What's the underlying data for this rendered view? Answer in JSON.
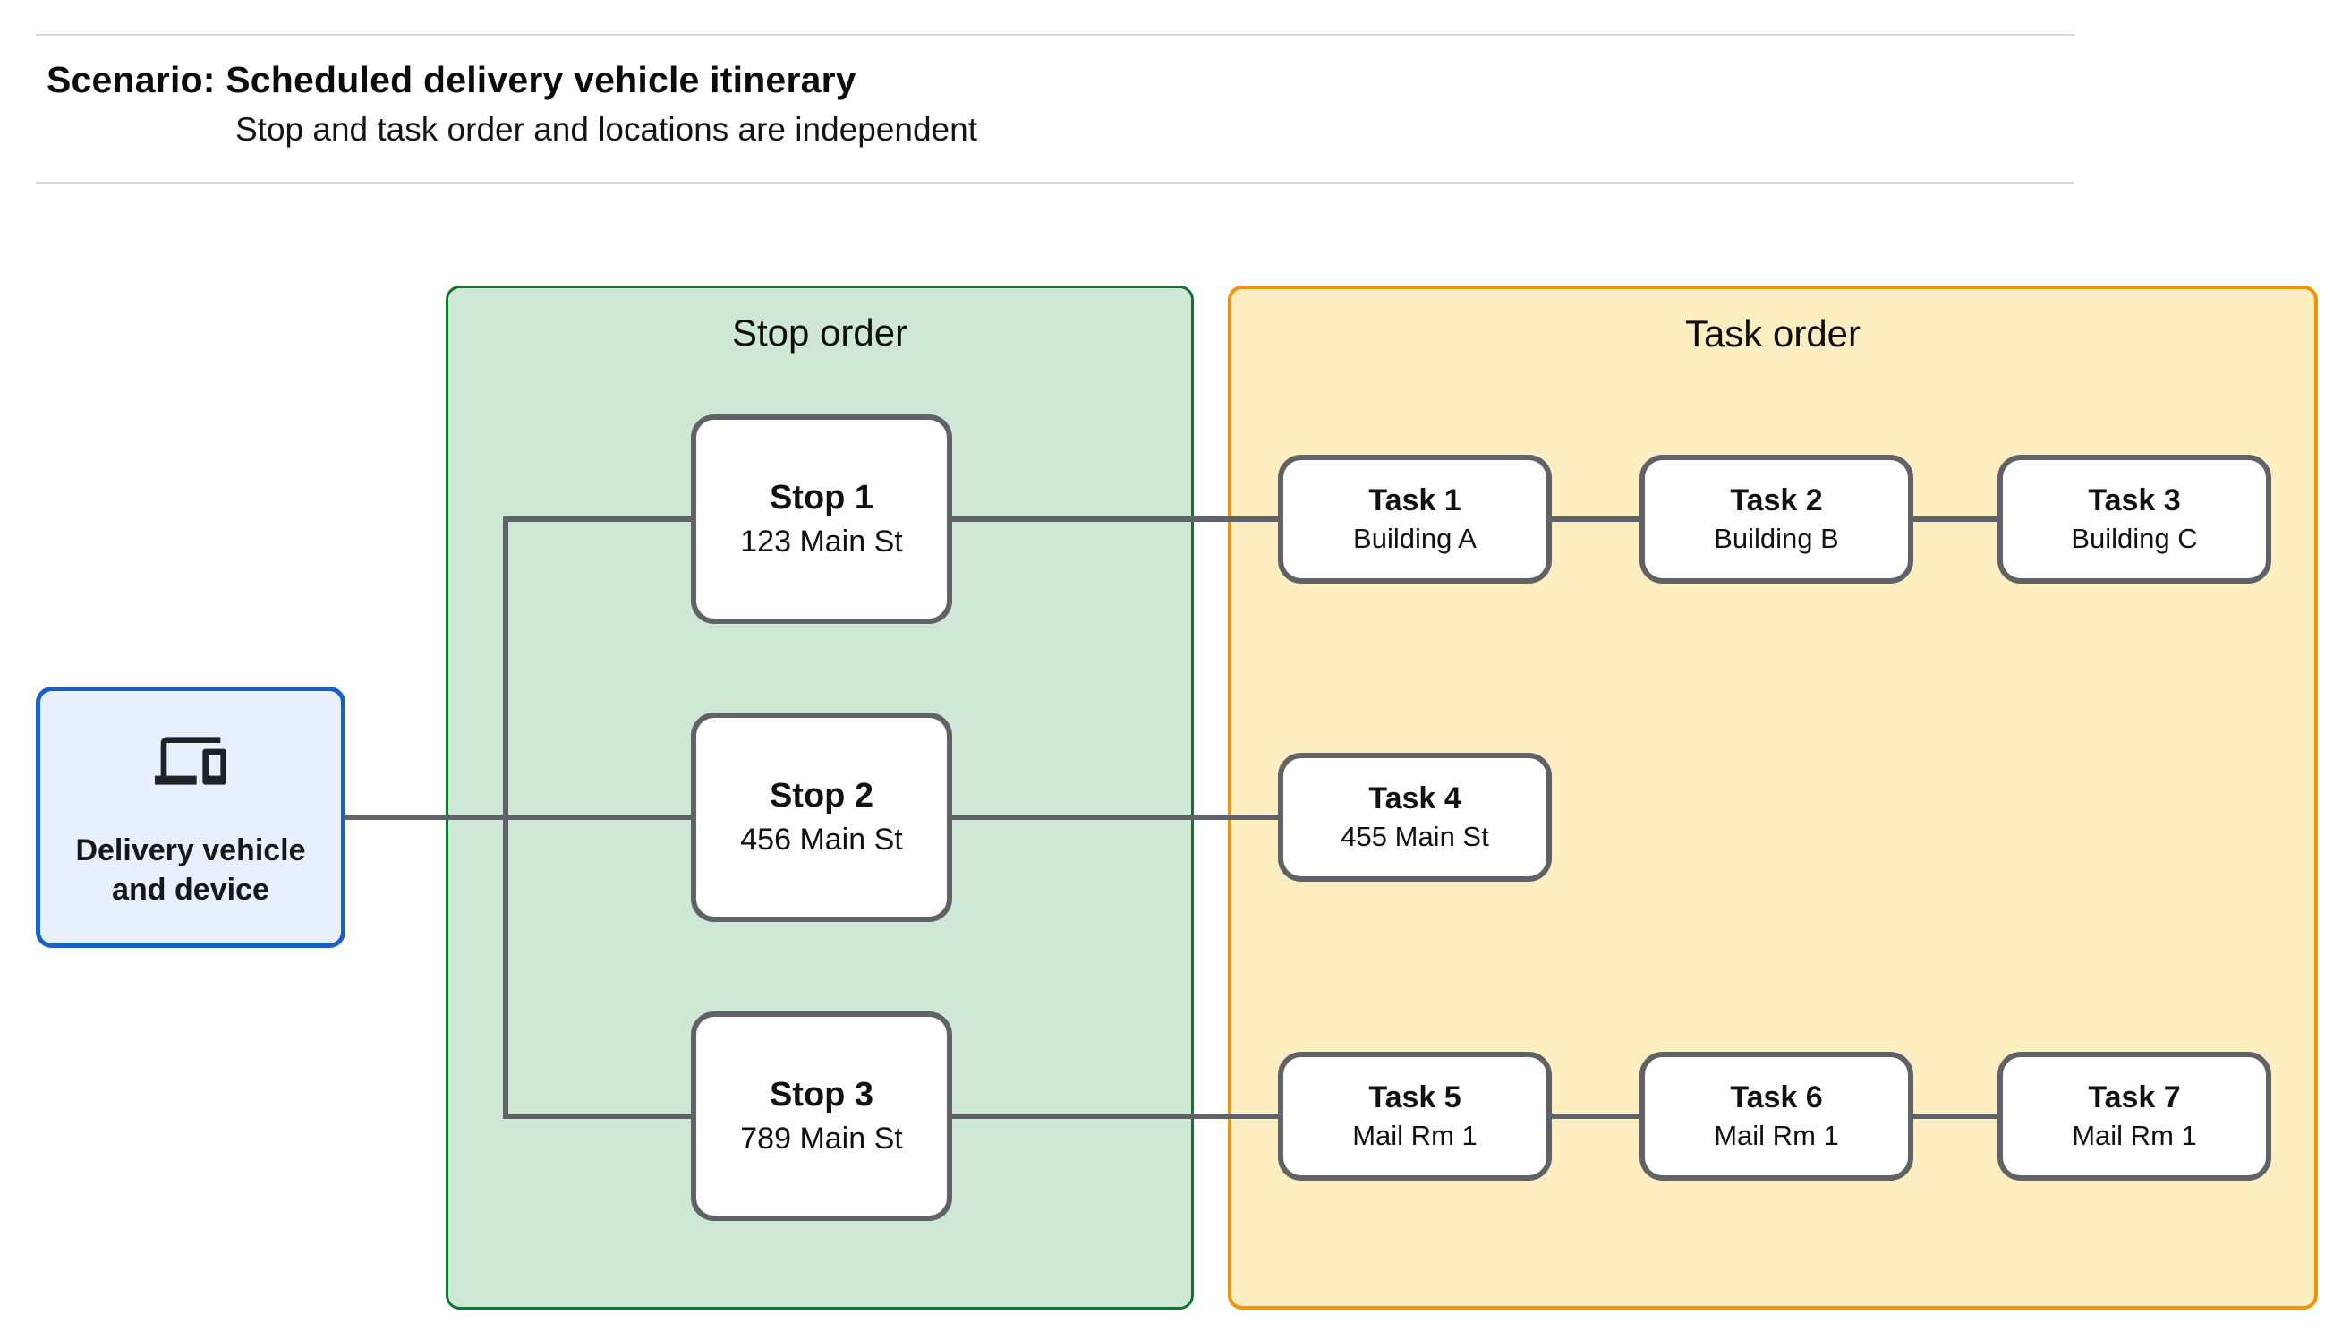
{
  "header": {
    "title": "Scenario: Scheduled delivery vehicle itinerary",
    "subtitle": "Stop and task order and locations are independent"
  },
  "vehicle": {
    "icon": "devices-icon",
    "label_lines": [
      "Delivery vehicle",
      "and device"
    ]
  },
  "panels": {
    "stop": {
      "title": "Stop order"
    },
    "task": {
      "title": "Task order"
    }
  },
  "stops": [
    {
      "title": "Stop 1",
      "subtitle": "123 Main St"
    },
    {
      "title": "Stop 2",
      "subtitle": "456 Main St"
    },
    {
      "title": "Stop 3",
      "subtitle": "789 Main St"
    }
  ],
  "tasks": [
    {
      "title": "Task 1",
      "subtitle": "Building A"
    },
    {
      "title": "Task 2",
      "subtitle": "Building B"
    },
    {
      "title": "Task 3",
      "subtitle": "Building C"
    },
    {
      "title": "Task 4",
      "subtitle": "455 Main St"
    },
    {
      "title": "Task 5",
      "subtitle": "Mail Rm 1"
    },
    {
      "title": "Task 6",
      "subtitle": "Mail Rm 1"
    },
    {
      "title": "Task 7",
      "subtitle": "Mail Rm 1"
    }
  ],
  "colors": {
    "stop_panel_fill": "#cfe8d6",
    "stop_panel_border": "#137333",
    "task_panel_fill": "#fdeec2",
    "task_panel_border": "#f0940a",
    "vehicle_fill": "#e8f0fe",
    "vehicle_border": "#1a5fc8",
    "node_border": "#5f6368",
    "connector": "#5f6368",
    "divider": "#d8d8d8"
  }
}
